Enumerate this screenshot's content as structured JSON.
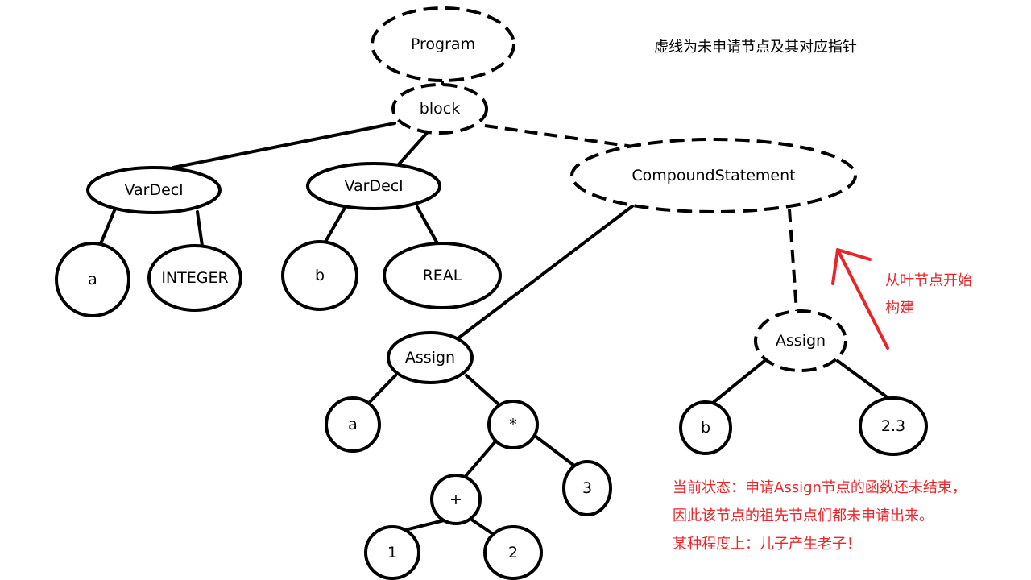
{
  "notes": {
    "top": "虚线为未申请节点及其对应指针",
    "arrow_line1": "从叶节点开始",
    "arrow_line2": "构建",
    "status_line1": "当前状态：申请Assign节点的函数还未结束，",
    "status_line2": "因此该节点的祖先节点们都未申请出来。",
    "status_line3": "某种程度上：儿子产生老子！"
  },
  "nodes": [
    {
      "id": "program",
      "label": "Program",
      "dashed": true
    },
    {
      "id": "block",
      "label": "block",
      "dashed": true
    },
    {
      "id": "vardecl1",
      "label": "VarDecl",
      "dashed": false
    },
    {
      "id": "vardecl2",
      "label": "VarDecl",
      "dashed": false
    },
    {
      "id": "compound",
      "label": "CompoundStatement",
      "dashed": true
    },
    {
      "id": "a1",
      "label": "a",
      "dashed": false
    },
    {
      "id": "integer",
      "label": "INTEGER",
      "dashed": false
    },
    {
      "id": "b1",
      "label": "b",
      "dashed": false
    },
    {
      "id": "real",
      "label": "REAL",
      "dashed": false
    },
    {
      "id": "assign1",
      "label": "Assign",
      "dashed": false
    },
    {
      "id": "assign2",
      "label": "Assign",
      "dashed": true
    },
    {
      "id": "a2",
      "label": "a",
      "dashed": false
    },
    {
      "id": "mul",
      "label": "*",
      "dashed": false
    },
    {
      "id": "plus",
      "label": "+",
      "dashed": false
    },
    {
      "id": "three",
      "label": "3",
      "dashed": false
    },
    {
      "id": "one",
      "label": "1",
      "dashed": false
    },
    {
      "id": "two",
      "label": "2",
      "dashed": false
    },
    {
      "id": "b2",
      "label": "b",
      "dashed": false
    },
    {
      "id": "twopointthree",
      "label": "2.3",
      "dashed": false
    }
  ],
  "edges": [
    {
      "from": "program",
      "to": "block",
      "dashed": true
    },
    {
      "from": "block",
      "to": "vardecl1",
      "dashed": false
    },
    {
      "from": "block",
      "to": "vardecl2",
      "dashed": false
    },
    {
      "from": "block",
      "to": "compound",
      "dashed": true
    },
    {
      "from": "vardecl1",
      "to": "a1",
      "dashed": false
    },
    {
      "from": "vardecl1",
      "to": "integer",
      "dashed": false
    },
    {
      "from": "vardecl2",
      "to": "b1",
      "dashed": false
    },
    {
      "from": "vardecl2",
      "to": "real",
      "dashed": false
    },
    {
      "from": "compound",
      "to": "assign1",
      "dashed": false
    },
    {
      "from": "compound",
      "to": "assign2",
      "dashed": true
    },
    {
      "from": "assign1",
      "to": "a2",
      "dashed": false
    },
    {
      "from": "assign1",
      "to": "mul",
      "dashed": false
    },
    {
      "from": "mul",
      "to": "plus",
      "dashed": false
    },
    {
      "from": "mul",
      "to": "three",
      "dashed": false
    },
    {
      "from": "plus",
      "to": "one",
      "dashed": false
    },
    {
      "from": "plus",
      "to": "two",
      "dashed": false
    },
    {
      "from": "assign2",
      "to": "b2",
      "dashed": false
    },
    {
      "from": "assign2",
      "to": "twopointthree",
      "dashed": false
    }
  ],
  "colors": {
    "annotation": "#e8262a",
    "stroke": "#000000"
  }
}
